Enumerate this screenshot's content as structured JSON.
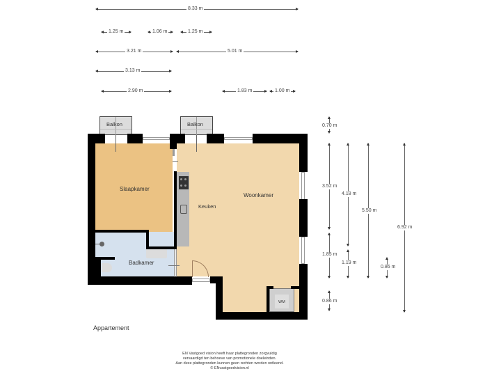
{
  "plan": {
    "title": "Appartement",
    "rooms": {
      "slaapkamer": "Slaapkamer",
      "woonkamer": "Woonkamer",
      "keuken": "Keuken",
      "badkamer": "Badkamer",
      "balkon_left": "Balkon",
      "balkon_right": "Balkon",
      "wm": "WM"
    },
    "colors": {
      "slaapkamer": "#ebc283",
      "woonkamer": "#f2d8ad",
      "badkamer": "#d5e1ee",
      "balkon": "#dcdcdc",
      "counter": "#b8b8b8",
      "wall": "#000000"
    }
  },
  "dimensions": {
    "top": {
      "total": "8.33 m",
      "row2": [
        "1.25 m",
        "1.06 m",
        "1.25 m"
      ],
      "row3": [
        "3.21 m",
        "5.01 m"
      ],
      "row4": [
        "3.13 m"
      ],
      "row5": [
        "2.90 m",
        "1.83 m",
        "1.00 m"
      ]
    },
    "right": {
      "balkon_depth": "0.70 m",
      "col1": [
        "3.52 m",
        "1.85 m",
        "0.86 m"
      ],
      "col2": [
        "4.18 m",
        "1.19 m"
      ],
      "col3": [
        "5.50 m"
      ],
      "col3b": [
        "0.86 m"
      ],
      "col4": [
        "6.92 m"
      ]
    }
  },
  "footer": {
    "line1": "EN Vastgoed vision heeft haar plattegronden zorgvuldig",
    "line2": "vervaardigd ten behoeve van promotionele doeleinden.",
    "line3": "Aan deze plattegronden kunnen geen rechten worden ontleend.",
    "line4": "© ENvastgoedvision.nl"
  }
}
